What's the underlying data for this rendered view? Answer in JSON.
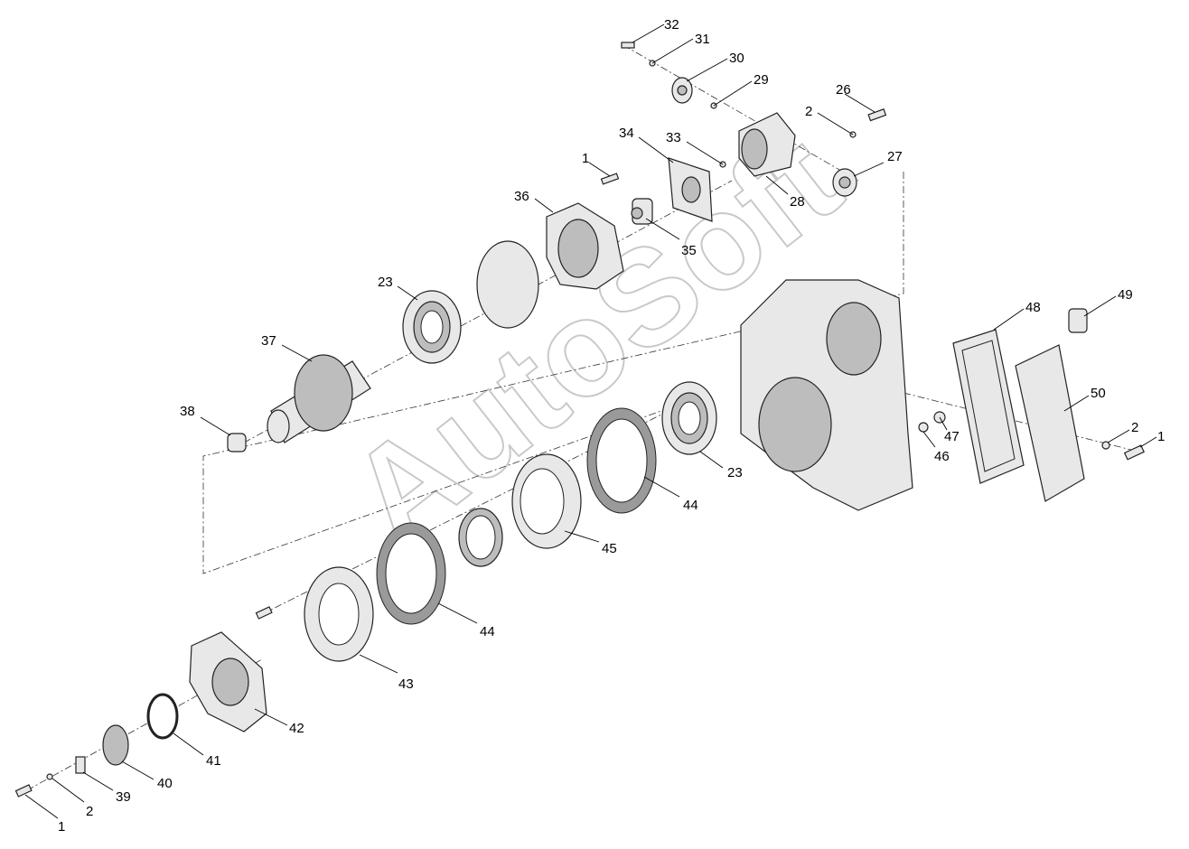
{
  "watermark": "AutoSoft",
  "corner_mark": "",
  "callouts": [
    {
      "id": "c32",
      "label": "32"
    },
    {
      "id": "c31",
      "label": "31"
    },
    {
      "id": "c30",
      "label": "30"
    },
    {
      "id": "c29",
      "label": "29"
    },
    {
      "id": "c26",
      "label": "26"
    },
    {
      "id": "c2a",
      "label": "2"
    },
    {
      "id": "c34",
      "label": "34"
    },
    {
      "id": "c33",
      "label": "33"
    },
    {
      "id": "c1a",
      "label": "1"
    },
    {
      "id": "c27",
      "label": "27"
    },
    {
      "id": "c28",
      "label": "28"
    },
    {
      "id": "c36",
      "label": "36"
    },
    {
      "id": "c35",
      "label": "35"
    },
    {
      "id": "c23a",
      "label": "23"
    },
    {
      "id": "c37",
      "label": "37"
    },
    {
      "id": "c38",
      "label": "38"
    },
    {
      "id": "c48",
      "label": "48"
    },
    {
      "id": "c49",
      "label": "49"
    },
    {
      "id": "c50",
      "label": "50"
    },
    {
      "id": "c47",
      "label": "47"
    },
    {
      "id": "c46",
      "label": "46"
    },
    {
      "id": "c2b",
      "label": "2"
    },
    {
      "id": "c1b",
      "label": "1"
    },
    {
      "id": "c23b",
      "label": "23"
    },
    {
      "id": "c44a",
      "label": "44"
    },
    {
      "id": "c45",
      "label": "45"
    },
    {
      "id": "c44b",
      "label": "44"
    },
    {
      "id": "c43",
      "label": "43"
    },
    {
      "id": "c42",
      "label": "42"
    },
    {
      "id": "c41",
      "label": "41"
    },
    {
      "id": "c40",
      "label": "40"
    },
    {
      "id": "c39",
      "label": "39"
    },
    {
      "id": "c2c",
      "label": "2"
    },
    {
      "id": "c1c",
      "label": "1"
    }
  ]
}
